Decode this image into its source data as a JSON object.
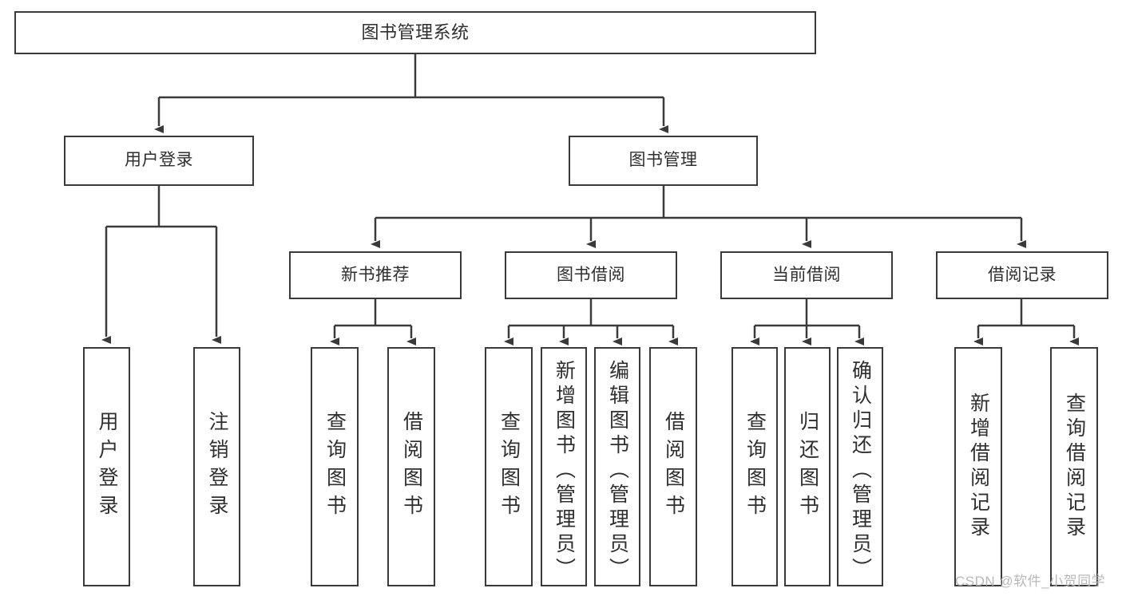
{
  "diagram": {
    "title": "图书管理系统",
    "type": "tree",
    "colors": {
      "background": "#ffffff",
      "box_border": "#3a3a3a",
      "box_fill": "#ffffff",
      "text": "#2f2f2f",
      "connector": "#3a3a3a",
      "watermark": "#b9b9b9"
    },
    "root": {
      "label": "图书管理系统"
    },
    "level2": [
      {
        "label": "用户登录"
      },
      {
        "label": "图书管理"
      }
    ],
    "level3": [
      {
        "label": "新书推荐"
      },
      {
        "label": "图书借阅"
      },
      {
        "label": "当前借阅"
      },
      {
        "label": "借阅记录"
      }
    ],
    "leaves": {
      "user_login": [
        {
          "label": "用户登录"
        },
        {
          "label": "注销登录"
        }
      ],
      "new_book_recommend": [
        {
          "label": "查询图书"
        },
        {
          "label": "借阅图书"
        }
      ],
      "book_borrow": [
        {
          "label": "查询图书"
        },
        {
          "label": "新增图书（管理员）"
        },
        {
          "label": "编辑图书（管理员）"
        },
        {
          "label": "借阅图书"
        }
      ],
      "current_borrow": [
        {
          "label": "查询图书"
        },
        {
          "label": "归还图书"
        },
        {
          "label": "确认归还（管理员）"
        }
      ],
      "borrow_record": [
        {
          "label": "新增借阅记录"
        },
        {
          "label": "查询借阅记录"
        }
      ]
    },
    "watermark": "CSDN @软件_小贺同学"
  }
}
